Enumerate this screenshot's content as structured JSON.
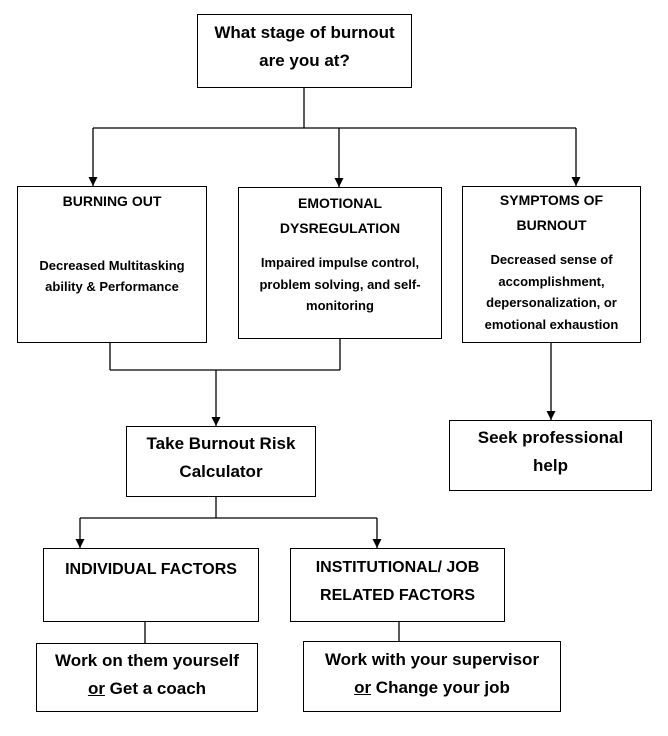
{
  "diagram": {
    "question": [
      "What stage of burnout",
      "are you at?"
    ],
    "stages": [
      {
        "title": [
          "BURNING OUT"
        ],
        "desc": [
          "Decreased Multitasking",
          "ability & Performance"
        ]
      },
      {
        "title": [
          "EMOTIONAL",
          "DYSREGULATION"
        ],
        "desc": [
          "Impaired impulse control,",
          "problem solving, and self-",
          "monitoring"
        ]
      },
      {
        "title": [
          "SYMPTOMS OF",
          "BURNOUT"
        ],
        "desc": [
          "Decreased sense of",
          "accomplishment,",
          "depersonalization, or",
          "emotional exhaustion"
        ]
      }
    ],
    "calculator": [
      "Take Burnout Risk",
      "Calculator"
    ],
    "professional_help": [
      "Seek professional",
      "help"
    ],
    "factors": [
      {
        "title": [
          "INDIVIDUAL FACTORS"
        ],
        "action": {
          "option_a": "Work on them yourself",
          "connector": "or",
          "option_b": "Get a coach"
        }
      },
      {
        "title": [
          "INSTITUTIONAL/ JOB",
          "RELATED FACTORS"
        ],
        "action": {
          "option_a": "Work with your supervisor",
          "connector": "or",
          "option_b": "Change your job"
        }
      }
    ]
  },
  "colors": {
    "line": "#000000",
    "text": "#000000",
    "background": "#ffffff"
  }
}
